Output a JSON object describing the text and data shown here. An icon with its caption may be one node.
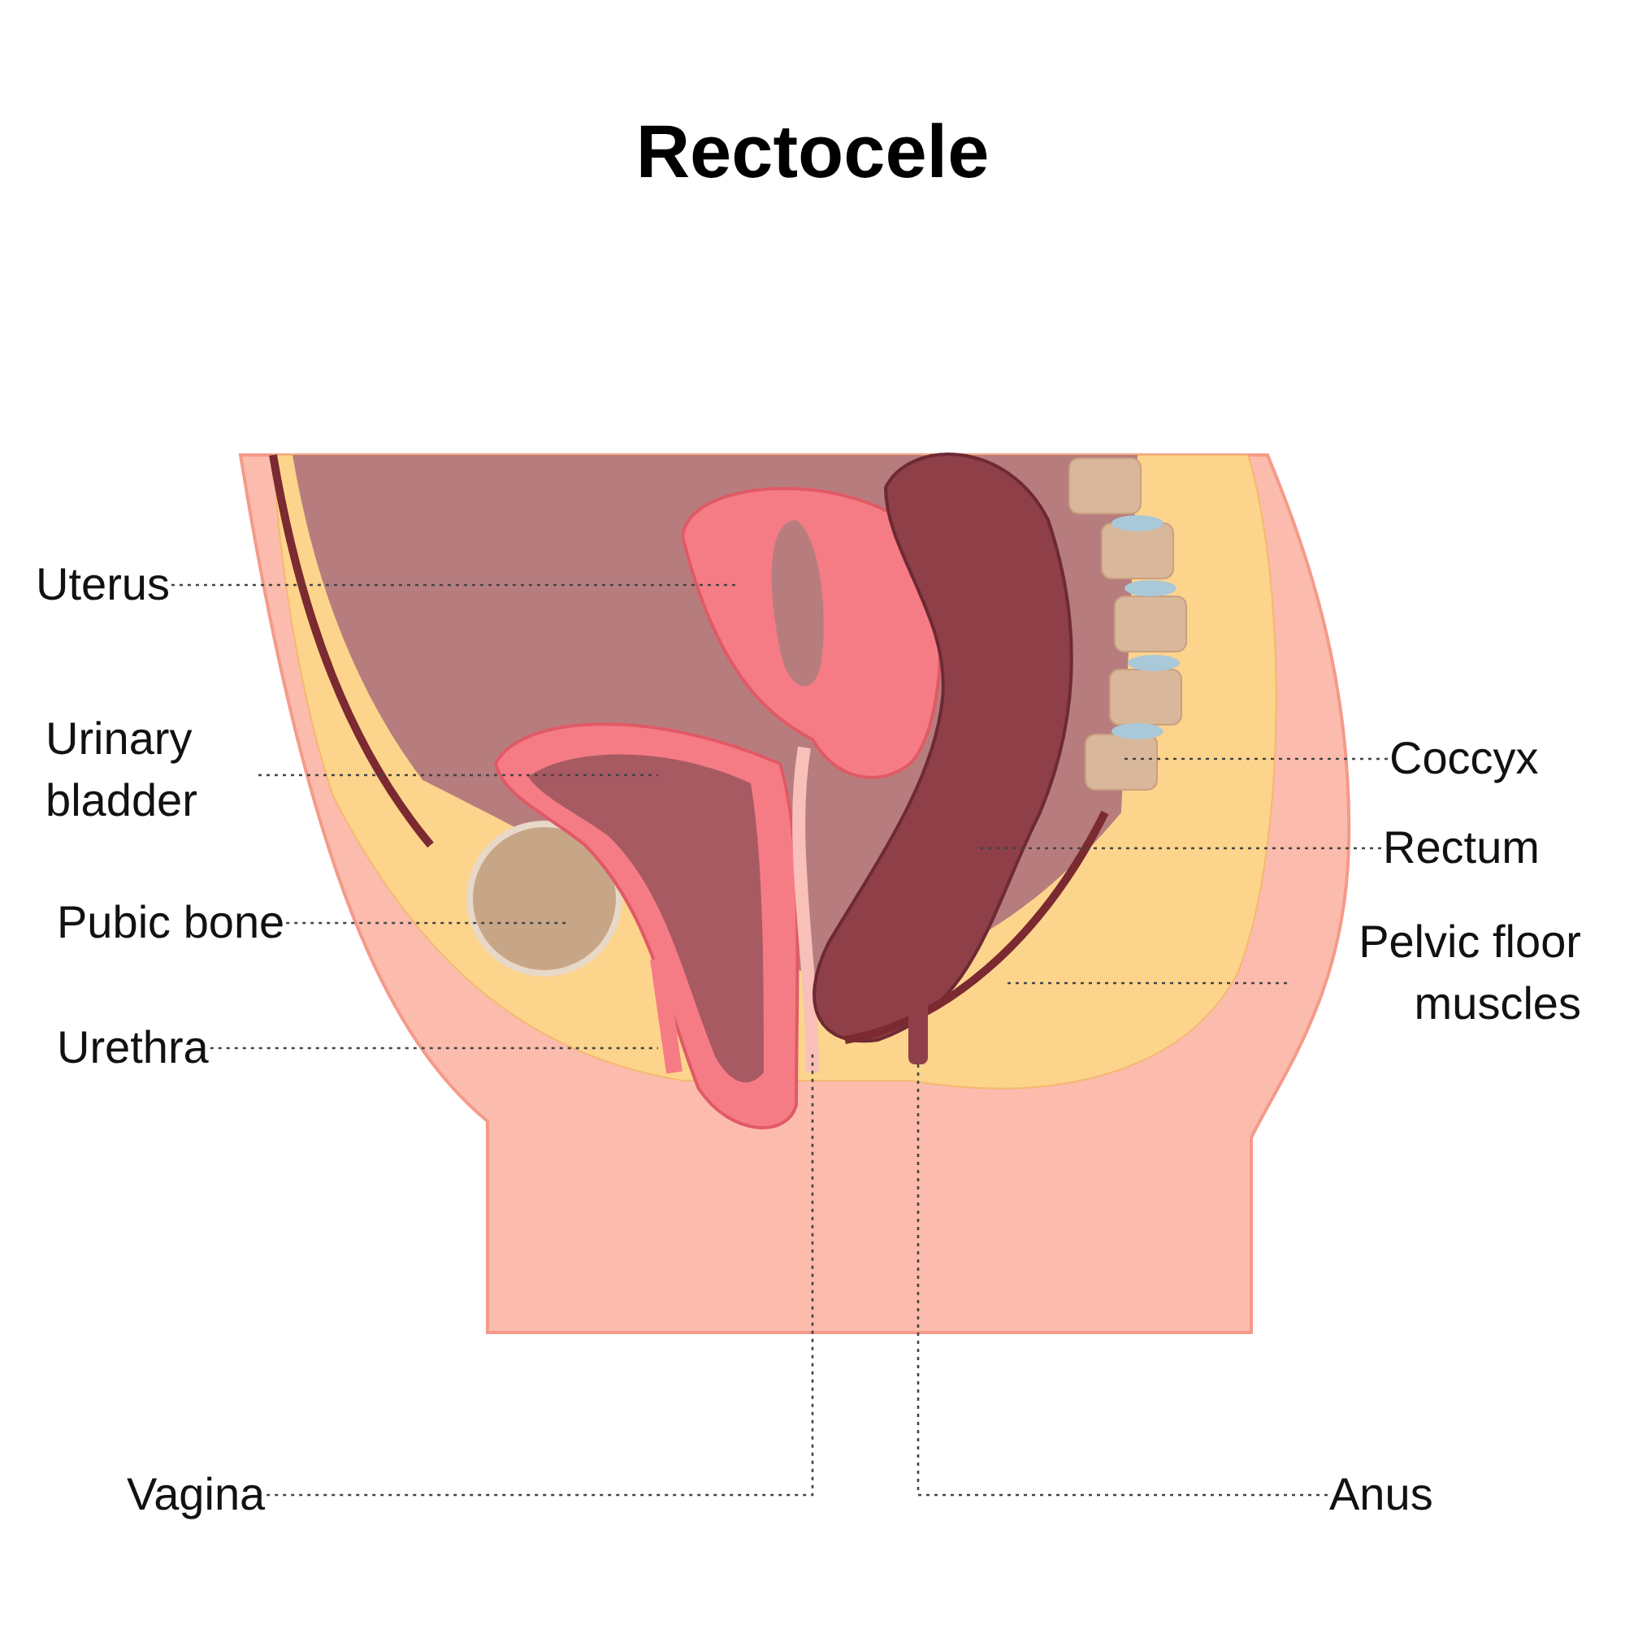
{
  "diagram": {
    "title": "Rectocele",
    "nodes": [
      {
        "text": [
          "Uterus"
        ]
      },
      {
        "text": [
          "Urinary bladder"
        ]
      },
      {
        "text": [
          "Pubic bone"
        ]
      },
      {
        "text": [
          "Urethra"
        ]
      },
      {
        "text": [
          "Vagina"
        ]
      },
      {
        "text": [
          "Coccyx"
        ]
      },
      {
        "text": [
          "Rectum"
        ]
      },
      {
        "text": [
          "Pelvic floor muscles"
        ]
      },
      {
        "text": [
          "Anus"
        ]
      }
    ],
    "edges": [
      {
        "from": 0,
        "to": null,
        "arrow": "none"
      },
      {
        "from": 1,
        "to": null,
        "arrow": "none"
      },
      {
        "from": 2,
        "to": null,
        "arrow": "none"
      },
      {
        "from": 3,
        "to": null,
        "arrow": "none"
      },
      {
        "from": 4,
        "to": null,
        "arrow": "none"
      },
      {
        "from": 5,
        "to": null,
        "arrow": "none"
      },
      {
        "from": 6,
        "to": null,
        "arrow": "none"
      },
      {
        "from": 7,
        "to": null,
        "arrow": "none"
      },
      {
        "from": 8,
        "to": null,
        "arrow": "none"
      }
    ]
  }
}
